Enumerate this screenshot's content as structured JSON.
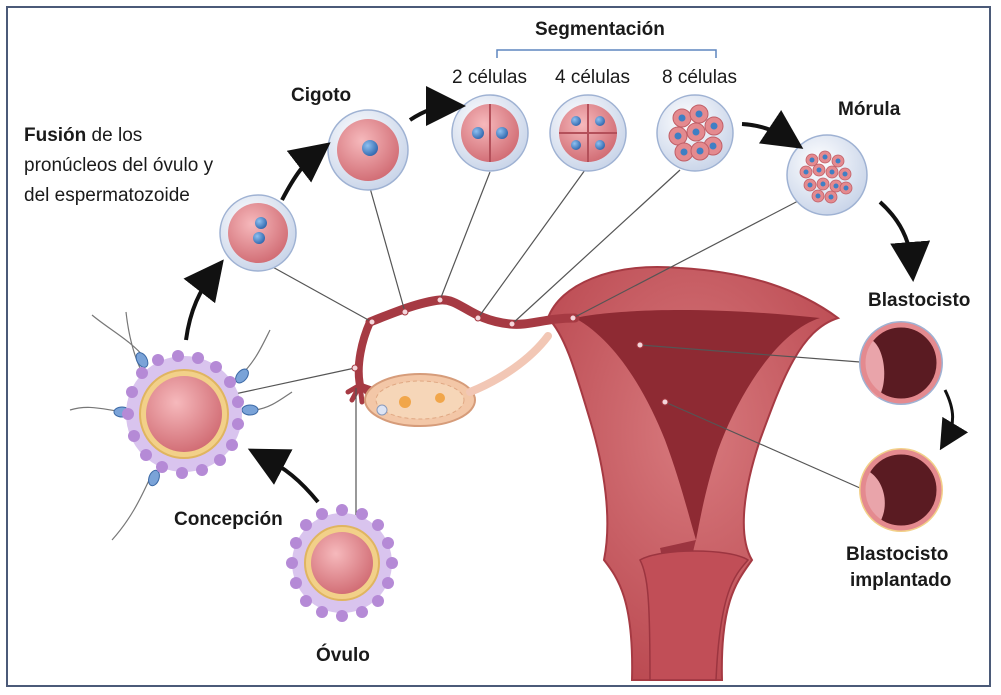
{
  "labels": {
    "segmentacion": "Segmentación",
    "dos_celulas": "2 células",
    "cuatro_celulas": "4 células",
    "ocho_celulas": "8 células",
    "cigoto": "Cigoto",
    "morula": "Mórula",
    "fusion_bold": "Fusión",
    "fusion_line1_rest": " de los",
    "fusion_line2": "pronúcleos del óvulo y",
    "fusion_line3": "del espermatozoide",
    "blastocisto": "Blastocisto",
    "blastocisto_implantado_1": "Blastocisto",
    "blastocisto_implantado_2": "implantado",
    "concepcion": "Concepción",
    "ovulo": "Óvulo"
  },
  "colors": {
    "border": "#4b5a78",
    "uterus": "#c4575d",
    "uterus_dark": "#8e2a33",
    "cell_pink": "#e48a8f",
    "circle_bg": "#dfe6f3",
    "nucleus": "#3f7fc4",
    "ovum_halo": "#b58ad6",
    "arrow": "#111111"
  }
}
